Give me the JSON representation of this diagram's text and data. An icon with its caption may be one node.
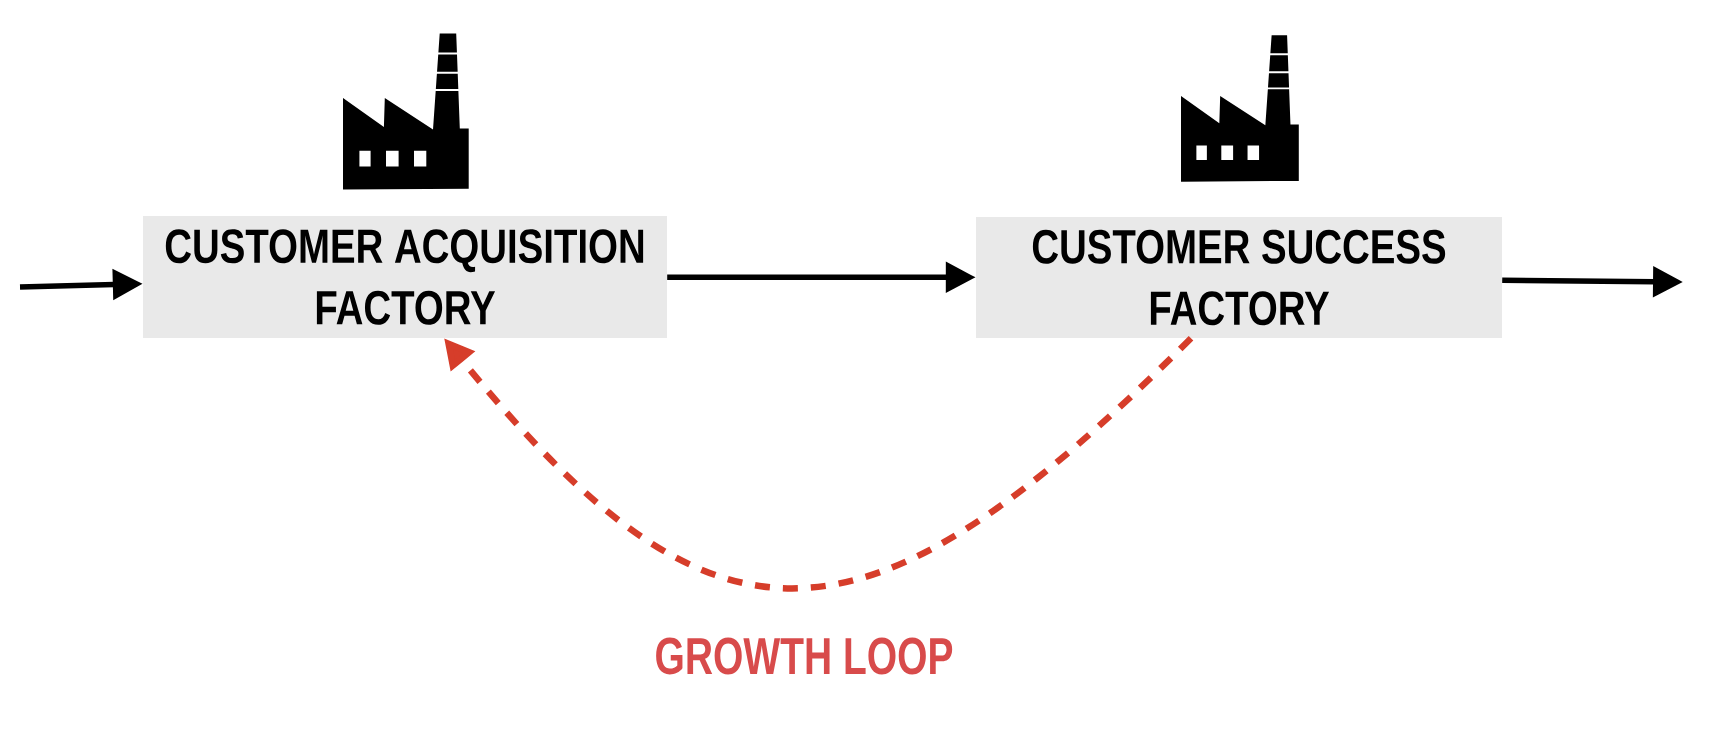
{
  "diagram": {
    "nodes": [
      {
        "text": [
          "CUSTOMER ACQUISITION FACTORY"
        ]
      },
      {
        "text": [
          "CUSTOMER SUCCESS FACTORY"
        ]
      }
    ],
    "edges": [
      {
        "from": null,
        "to": 0,
        "arrow": "to"
      },
      {
        "from": 0,
        "to": 1,
        "arrow": "to"
      },
      {
        "from": 1,
        "to": null,
        "arrow": "to"
      },
      {
        "from": 1,
        "to": 0,
        "arrow": "to",
        "style": "dashed",
        "color": "#d63d2a"
      }
    ],
    "labels": [
      "GROWTH LOOP"
    ]
  }
}
